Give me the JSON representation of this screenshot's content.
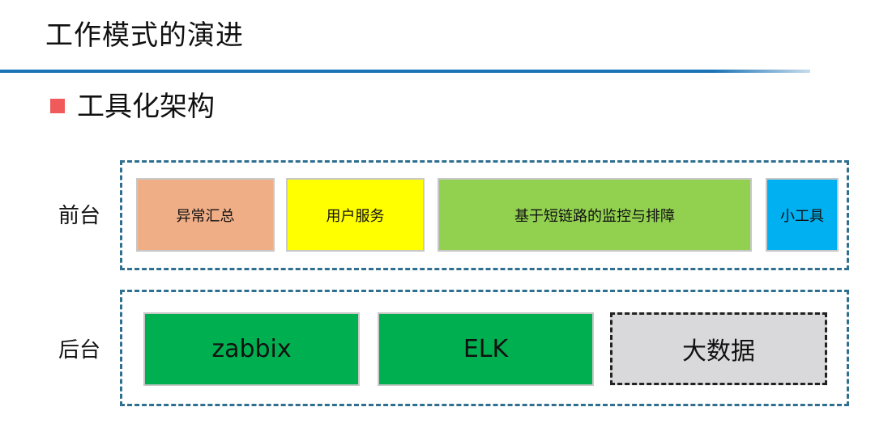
{
  "page_title": "工作模式的演进",
  "section_title": "工具化架构",
  "tiers": {
    "front": {
      "label": "前台",
      "blocks": [
        {
          "label": "异常汇总",
          "color": "#f0ae86"
        },
        {
          "label": "用户服务",
          "color": "#ffff00"
        },
        {
          "label": "基于短链路的监控与排障",
          "color": "#92d050"
        },
        {
          "label": "小工具",
          "color": "#00b0f0"
        }
      ]
    },
    "back": {
      "label": "后台",
      "blocks": [
        {
          "label": "zabbix",
          "color": "#00b050"
        },
        {
          "label": "ELK",
          "color": "#00b050"
        },
        {
          "label": "大数据",
          "color": "#d9d9db"
        }
      ]
    }
  },
  "colors": {
    "accent_rule": "#1a73b4",
    "bullet": "#f05a5a",
    "tier_border": "#2f6f8f"
  }
}
